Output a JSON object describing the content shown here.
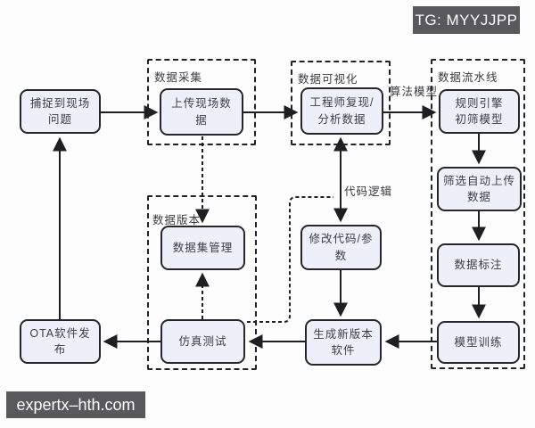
{
  "watermarks": {
    "top": "TG: MYYJJPP",
    "bottom": "expertx–hth.com"
  },
  "groups": [
    {
      "label": "数据采集"
    },
    {
      "label": "数据可视化"
    },
    {
      "label": "数据流水线"
    },
    {
      "label": "数据版本"
    }
  ],
  "nodes": [
    {
      "label": "捕捉到现场问题"
    },
    {
      "label": "上传现场数据"
    },
    {
      "label": "工程师复现/分析数据"
    },
    {
      "label": "规则引擎\n初筛模型"
    },
    {
      "label": "筛选自动上传数据"
    },
    {
      "label": "数据标注"
    },
    {
      "label": "模型训练"
    },
    {
      "label": "数据集管理"
    },
    {
      "label": "修改代码/参数"
    },
    {
      "label": "仿真测试"
    },
    {
      "label": "生成新版本软件"
    },
    {
      "label": "OTA软件发布"
    }
  ],
  "edge_labels": {
    "algorithm_model": "算法模型",
    "code_logic": "代码逻辑"
  },
  "colors": {
    "node_fill": "#edf0f8",
    "node_border": "#27272b",
    "line": "#1f1f23",
    "dashed_border": "#232327",
    "watermark_bg": "#59595c",
    "watermark_text": "#ffffff"
  }
}
